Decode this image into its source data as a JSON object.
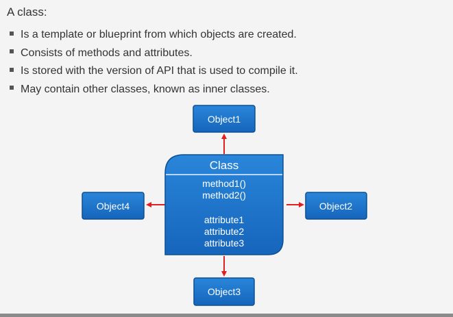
{
  "intro": "A class:",
  "bullets": [
    "Is a template or blueprint from which objects are created.",
    "Consists of methods and attributes.",
    "Is stored with the version of API that is used to compile it.",
    "May contain other classes, known as inner classes."
  ],
  "diagram": {
    "class_title": "Class",
    "methods": [
      "method1()",
      "method2()"
    ],
    "attributes": [
      "attribute1",
      "attribute2",
      "attribute3"
    ],
    "objects": {
      "top": "Object1",
      "right": "Object2",
      "bottom": "Object3",
      "left": "Object4"
    },
    "colors": {
      "box_fill": "#1a73c8",
      "box_border": "#0d4f92",
      "arrow": "#e02020"
    }
  }
}
